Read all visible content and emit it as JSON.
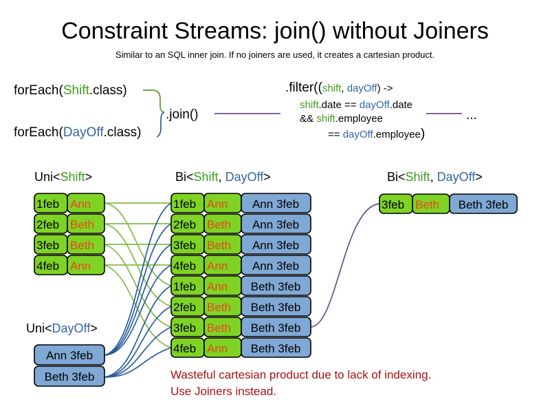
{
  "header": {
    "title": "Constraint Streams: join() without Joiners",
    "subtitle": "Similar to an SQL inner join. If no joiners are used, it creates a cartesian product."
  },
  "code": {
    "foreach_shift": {
      "prefix": "forEach(",
      "type": "Shift",
      "suffix": ".class)"
    },
    "foreach_dayoff": {
      "prefix": "forEach(",
      "type": "DayOff",
      "suffix": ".class)"
    },
    "join_label": ".join()",
    "ellipsis": "...",
    "filter": {
      "line1_a": ".filter((",
      "line1_shift": "shift",
      "line1_comma": ", ",
      "line1_dayoff": "dayOff",
      "line1_b": ") ->",
      "line2_shift": "shift",
      "line2_mid": ".date == ",
      "line2_dayoff": "dayOff",
      "line2_end": ".date",
      "line3_and": "&& ",
      "line3_shift": "shift",
      "line3_end": ".employee",
      "line4_eq": "== ",
      "line4_dayoff": "dayOff",
      "line4_end": ".employee",
      "line4_close": ")"
    }
  },
  "streams": {
    "uni_shift": {
      "prefix": "Uni<",
      "type": "Shift",
      "suffix": ">"
    },
    "uni_dayoff": {
      "prefix": "Uni<",
      "type": "DayOff",
      "suffix": ">"
    },
    "bi_middle": {
      "prefix": "Bi<",
      "type_a": "Shift",
      "comma": ", ",
      "type_b": "DayOff",
      "suffix": ">"
    },
    "bi_right": {
      "prefix": "Bi<",
      "type_a": "Shift",
      "comma": ", ",
      "type_b": "DayOff",
      "suffix": ">"
    }
  },
  "shifts": [
    {
      "date": "1feb",
      "employee": "Ann"
    },
    {
      "date": "2feb",
      "employee": "Beth"
    },
    {
      "date": "3feb",
      "employee": "Beth"
    },
    {
      "date": "4feb",
      "employee": "Ann"
    }
  ],
  "dayoffs": [
    {
      "label": "Ann 3feb"
    },
    {
      "label": "Beth 3feb"
    }
  ],
  "cartesian": [
    {
      "date": "1feb",
      "employee": "Ann",
      "dayoff": "Ann 3feb"
    },
    {
      "date": "2feb",
      "employee": "Beth",
      "dayoff": "Ann 3feb"
    },
    {
      "date": "3feb",
      "employee": "Beth",
      "dayoff": "Ann 3feb"
    },
    {
      "date": "4feb",
      "employee": "Ann",
      "dayoff": "Ann 3feb"
    },
    {
      "date": "1feb",
      "employee": "Ann",
      "dayoff": "Beth 3feb"
    },
    {
      "date": "2feb",
      "employee": "Beth",
      "dayoff": "Beth 3feb"
    },
    {
      "date": "3feb",
      "employee": "Beth",
      "dayoff": "Beth 3feb"
    },
    {
      "date": "4feb",
      "employee": "Ann",
      "dayoff": "Beth 3feb"
    }
  ],
  "result": [
    {
      "date": "3feb",
      "employee": "Beth",
      "dayoff": "Beth 3feb"
    }
  ],
  "warning": {
    "line1": "Wasteful cartesian product due to lack of indexing.",
    "line2": "Use Joiners instead."
  },
  "colors": {
    "green_fill": "#7fd325",
    "blue_fill": "#7fa8d4",
    "green_text": "#3f9c1f",
    "blue_text": "#3465a4",
    "orange_text": "#e8471a",
    "warn_text": "#aa1111",
    "link_green": "#7fbb45",
    "link_blue": "#2a5c9a",
    "link_purple": "#6b4f82"
  }
}
